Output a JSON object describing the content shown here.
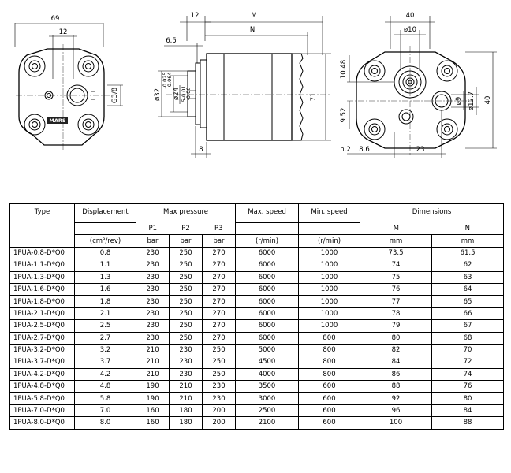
{
  "drawing": {
    "front": {
      "width_overall": "69",
      "width_inner": "12",
      "port": "G3/8",
      "logo": "MARS"
    },
    "side": {
      "d1": "12",
      "d_m": "M",
      "d_n": "N",
      "d_65": "6.5",
      "shaft_tol_top": "-0.025",
      "shaft_tol_bottom": "-0.064",
      "shaft_dia": "ø32",
      "d24": "ø24",
      "key": "5-0.01",
      "key2": "-0.06",
      "height": "71",
      "d8": "8"
    },
    "rear": {
      "w40": "40",
      "phi10": "ø10",
      "d1048": "10.48",
      "d952": "9.52",
      "phi9": "ø9",
      "phi127": "ø12.7",
      "h40": "40",
      "n2": "n.2",
      "d86": "8.6",
      "d23": "23"
    }
  },
  "table": {
    "headers": {
      "type": "Type",
      "displacement": "Displacement",
      "max_pressure": "Max pressure",
      "max_speed": "Max. speed",
      "min_speed": "Min. speed",
      "dimensions": "Dimensions",
      "p1": "P1",
      "p2": "P2",
      "p3": "P3",
      "m": "M",
      "n": "N"
    },
    "units": {
      "displacement": "(cm³/rev)",
      "p1": "bar",
      "p2": "bar",
      "p3": "bar",
      "max_speed": "(r/min)",
      "min_speed": "(r/min)",
      "m": "mm",
      "n": "mm"
    },
    "rows": [
      {
        "type": "1PUA-0.8-D*Q0",
        "disp": "0.8",
        "p1": "230",
        "p2": "250",
        "p3": "270",
        "max": "6000",
        "min": "1000",
        "m": "73.5",
        "n": "61.5"
      },
      {
        "type": "1PUA-1.1-D*Q0",
        "disp": "1.1",
        "p1": "230",
        "p2": "250",
        "p3": "270",
        "max": "6000",
        "min": "1000",
        "m": "74",
        "n": "62"
      },
      {
        "type": "1PUA-1.3-D*Q0",
        "disp": "1.3",
        "p1": "230",
        "p2": "250",
        "p3": "270",
        "max": "6000",
        "min": "1000",
        "m": "75",
        "n": "63"
      },
      {
        "type": "1PUA-1.6-D*Q0",
        "disp": "1.6",
        "p1": "230",
        "p2": "250",
        "p3": "270",
        "max": "6000",
        "min": "1000",
        "m": "76",
        "n": "64"
      },
      {
        "type": "1PUA-1.8-D*Q0",
        "disp": "1.8",
        "p1": "230",
        "p2": "250",
        "p3": "270",
        "max": "6000",
        "min": "1000",
        "m": "77",
        "n": "65"
      },
      {
        "type": "1PUA-2.1-D*Q0",
        "disp": "2.1",
        "p1": "230",
        "p2": "250",
        "p3": "270",
        "max": "6000",
        "min": "1000",
        "m": "78",
        "n": "66"
      },
      {
        "type": "1PUA-2.5-D*Q0",
        "disp": "2.5",
        "p1": "230",
        "p2": "250",
        "p3": "270",
        "max": "6000",
        "min": "1000",
        "m": "79",
        "n": "67"
      },
      {
        "type": "1PUA-2.7-D*Q0",
        "disp": "2.7",
        "p1": "230",
        "p2": "250",
        "p3": "270",
        "max": "6000",
        "min": "800",
        "m": "80",
        "n": "68"
      },
      {
        "type": "1PUA-3.2-D*Q0",
        "disp": "3.2",
        "p1": "210",
        "p2": "230",
        "p3": "250",
        "max": "5000",
        "min": "800",
        "m": "82",
        "n": "70"
      },
      {
        "type": "1PUA-3.7-D*Q0",
        "disp": "3.7",
        "p1": "210",
        "p2": "230",
        "p3": "250",
        "max": "4500",
        "min": "800",
        "m": "84",
        "n": "72"
      },
      {
        "type": "1PUA-4.2-D*Q0",
        "disp": "4.2",
        "p1": "210",
        "p2": "230",
        "p3": "250",
        "max": "4000",
        "min": "800",
        "m": "86",
        "n": "74"
      },
      {
        "type": "1PUA-4.8-D*Q0",
        "disp": "4.8",
        "p1": "190",
        "p2": "210",
        "p3": "230",
        "max": "3500",
        "min": "600",
        "m": "88",
        "n": "76"
      },
      {
        "type": "1PUA-5.8-D*Q0",
        "disp": "5.8",
        "p1": "190",
        "p2": "210",
        "p3": "230",
        "max": "3000",
        "min": "600",
        "m": "92",
        "n": "80"
      },
      {
        "type": "1PUA-7.0-D*Q0",
        "disp": "7.0",
        "p1": "160",
        "p2": "180",
        "p3": "200",
        "max": "2500",
        "min": "600",
        "m": "96",
        "n": "84"
      },
      {
        "type": "1PUA-8.0-D*Q0",
        "disp": "8.0",
        "p1": "160",
        "p2": "180",
        "p3": "200",
        "max": "2100",
        "min": "600",
        "m": "100",
        "n": "88"
      }
    ]
  }
}
